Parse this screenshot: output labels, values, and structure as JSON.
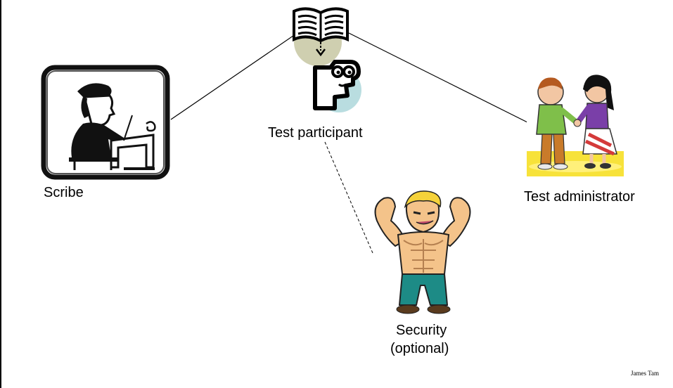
{
  "roles": {
    "participant": "Test participant",
    "scribe": "Scribe",
    "administrator": "Test administrator",
    "security_line1": "Security",
    "security_line2": "(optional)"
  },
  "footer": {
    "author": "James Tam"
  },
  "icons": {
    "book": "book-icon",
    "participant": "thinking-face-icon",
    "scribe": "scribe-writing-icon",
    "administrator": "handshake-kids-icon",
    "security": "muscle-man-icon"
  },
  "colors": {
    "book_circle": "#cfcfb0",
    "face_circle": "#b9dde0",
    "admin_background": "#f7e23a",
    "security_skin": "#f4c38a",
    "security_pants": "#1d8b86"
  }
}
